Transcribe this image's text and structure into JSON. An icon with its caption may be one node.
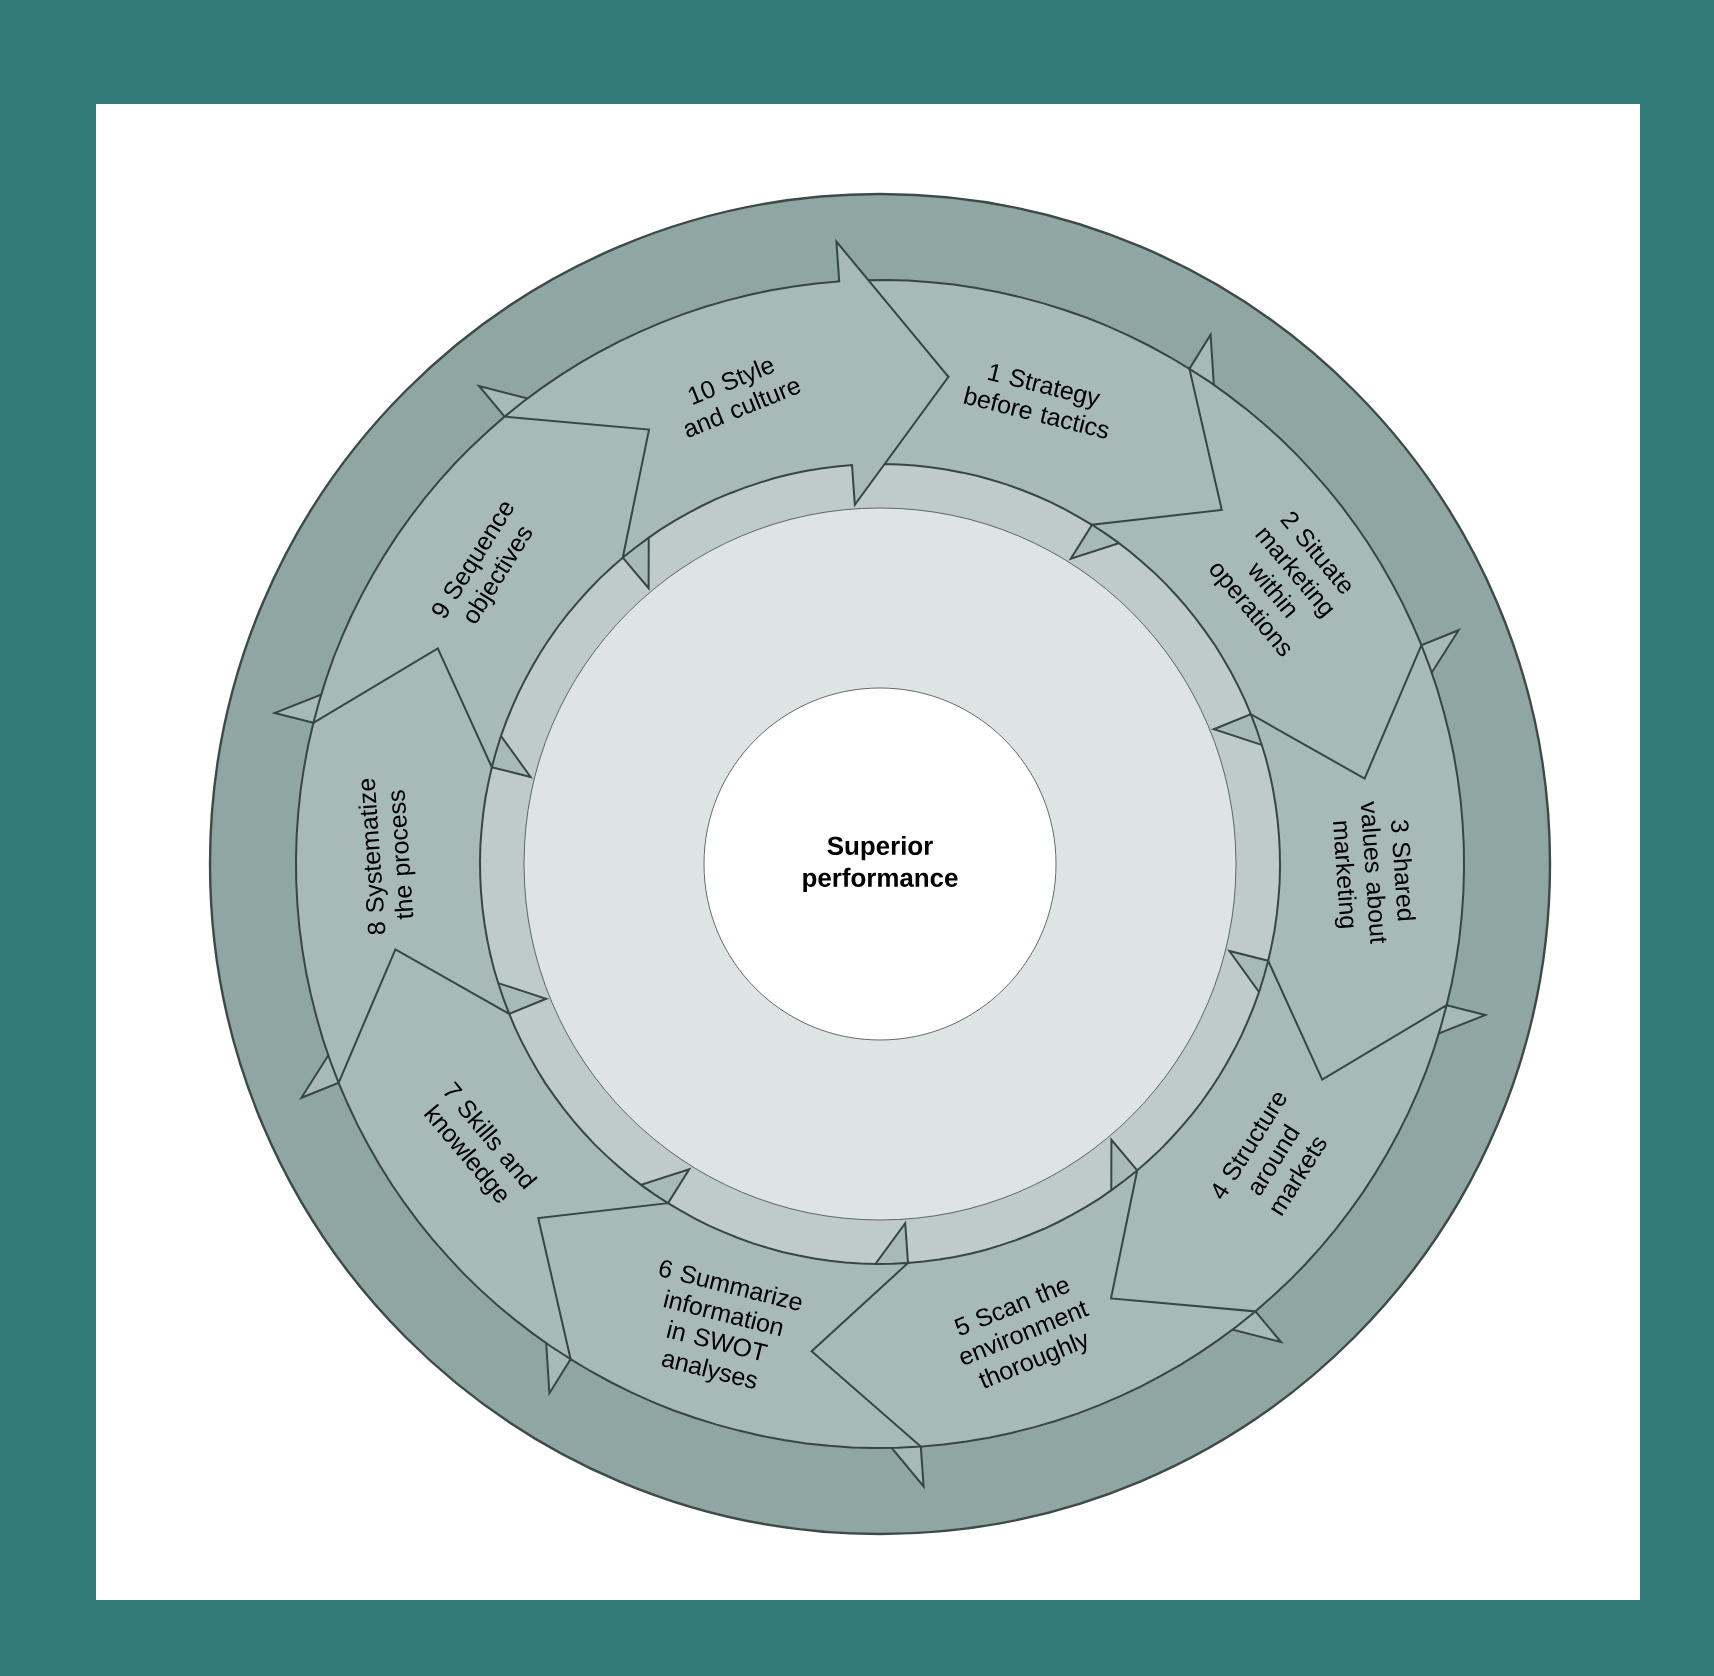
{
  "diagram": {
    "nodes": [
      {
        "text": [
          "1 Strategy before tactics"
        ]
      },
      {
        "text": [
          "2 Situate marketing within operations"
        ]
      },
      {
        "text": [
          "3 Shared values about marketing"
        ]
      },
      {
        "text": [
          "4 Structure around markets"
        ]
      },
      {
        "text": [
          "5 Scan the environment thoroughly"
        ]
      },
      {
        "text": [
          "6 Summarize information in SWOT analyses"
        ]
      },
      {
        "text": [
          "7 Skills and knowledge"
        ]
      },
      {
        "text": [
          "8 Systematize the process"
        ]
      },
      {
        "text": [
          "9 Sequence objectives"
        ]
      },
      {
        "text": [
          "10 Style and culture"
        ]
      },
      {
        "text": [
          "Superior performance"
        ]
      }
    ]
  }
}
